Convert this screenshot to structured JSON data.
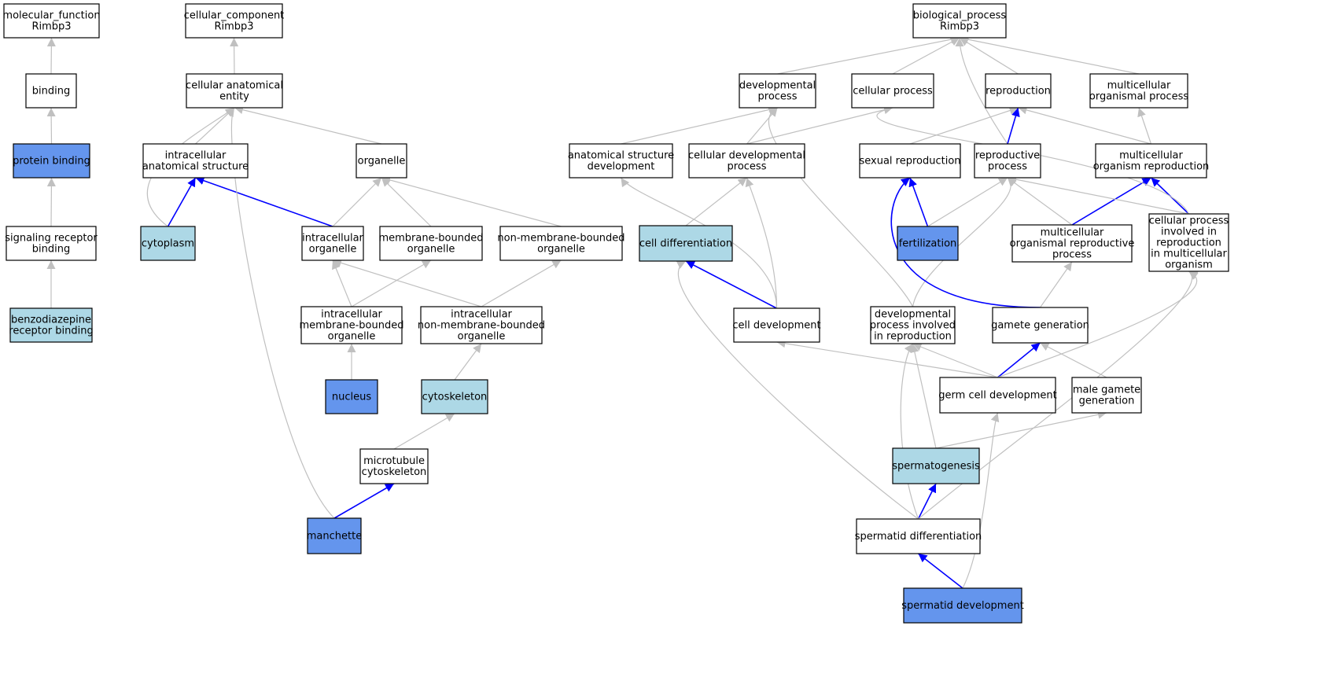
{
  "colors": {
    "plain": "#ffffff",
    "light": "#add8e6",
    "dark": "#6495ed",
    "edge_gray": "#c0c0c0",
    "edge_blue": "#0000ff"
  },
  "nodes": [
    {
      "id": "mf",
      "lines": [
        "molecular_function",
        "Rimbp3"
      ],
      "fill": "plain"
    },
    {
      "id": "binding",
      "lines": [
        "binding"
      ],
      "fill": "plain"
    },
    {
      "id": "protein_binding",
      "lines": [
        "protein binding"
      ],
      "fill": "dark"
    },
    {
      "id": "signaling",
      "lines": [
        "signaling receptor",
        "binding"
      ],
      "fill": "plain"
    },
    {
      "id": "benzo",
      "lines": [
        "benzodiazepine",
        "receptor binding"
      ],
      "fill": "light"
    },
    {
      "id": "cc",
      "lines": [
        "cellular_component",
        "Rimbp3"
      ],
      "fill": "plain"
    },
    {
      "id": "cae",
      "lines": [
        "cellular anatomical",
        "entity"
      ],
      "fill": "plain"
    },
    {
      "id": "ias",
      "lines": [
        "intracellular",
        "anatomical structure"
      ],
      "fill": "plain"
    },
    {
      "id": "organelle",
      "lines": [
        "organelle"
      ],
      "fill": "plain"
    },
    {
      "id": "cytoplasm",
      "lines": [
        "cytoplasm"
      ],
      "fill": "light"
    },
    {
      "id": "io",
      "lines": [
        "intracellular",
        "organelle"
      ],
      "fill": "plain"
    },
    {
      "id": "mbo",
      "lines": [
        "membrane-bounded",
        "organelle"
      ],
      "fill": "plain"
    },
    {
      "id": "nmbo",
      "lines": [
        "non-membrane-bounded",
        "organelle"
      ],
      "fill": "plain"
    },
    {
      "id": "imbo",
      "lines": [
        "intracellular",
        "membrane-bounded",
        "organelle"
      ],
      "fill": "plain"
    },
    {
      "id": "inmbo",
      "lines": [
        "intracellular",
        "non-membrane-bounded",
        "organelle"
      ],
      "fill": "plain"
    },
    {
      "id": "nucleus",
      "lines": [
        "nucleus"
      ],
      "fill": "dark"
    },
    {
      "id": "cytoskeleton",
      "lines": [
        "cytoskeleton"
      ],
      "fill": "light"
    },
    {
      "id": "mtc",
      "lines": [
        "microtubule",
        "cytoskeleton"
      ],
      "fill": "plain"
    },
    {
      "id": "manchette",
      "lines": [
        "manchette"
      ],
      "fill": "dark"
    },
    {
      "id": "bp",
      "lines": [
        "biological_process",
        "Rimbp3"
      ],
      "fill": "plain"
    },
    {
      "id": "devp",
      "lines": [
        "developmental",
        "process"
      ],
      "fill": "plain"
    },
    {
      "id": "cellp",
      "lines": [
        "cellular process"
      ],
      "fill": "plain"
    },
    {
      "id": "repro",
      "lines": [
        "reproduction"
      ],
      "fill": "plain"
    },
    {
      "id": "mop",
      "lines": [
        "multicellular",
        "organismal process"
      ],
      "fill": "plain"
    },
    {
      "id": "asd",
      "lines": [
        "anatomical structure",
        "development"
      ],
      "fill": "plain"
    },
    {
      "id": "cdp",
      "lines": [
        "cellular developmental",
        "process"
      ],
      "fill": "plain"
    },
    {
      "id": "sexrep",
      "lines": [
        "sexual reproduction"
      ],
      "fill": "plain"
    },
    {
      "id": "reprop",
      "lines": [
        "reproductive",
        "process"
      ],
      "fill": "plain"
    },
    {
      "id": "mor",
      "lines": [
        "multicellular",
        "organism reproduction"
      ],
      "fill": "plain"
    },
    {
      "id": "celldiff",
      "lines": [
        "cell differentiation"
      ],
      "fill": "light"
    },
    {
      "id": "fert",
      "lines": [
        "fertilization"
      ],
      "fill": "dark"
    },
    {
      "id": "morp",
      "lines": [
        "multicellular",
        "organismal reproductive",
        "process"
      ],
      "fill": "plain"
    },
    {
      "id": "cpir",
      "lines": [
        "cellular process",
        "involved in",
        "reproduction",
        "in multicellular",
        "organism"
      ],
      "fill": "plain"
    },
    {
      "id": "celldev",
      "lines": [
        "cell development"
      ],
      "fill": "plain"
    },
    {
      "id": "dpir",
      "lines": [
        "developmental",
        "process involved",
        "in reproduction"
      ],
      "fill": "plain"
    },
    {
      "id": "gamgen",
      "lines": [
        "gamete generation"
      ],
      "fill": "plain"
    },
    {
      "id": "gcd",
      "lines": [
        "germ cell development"
      ],
      "fill": "plain"
    },
    {
      "id": "mgg",
      "lines": [
        "male gamete",
        "generation"
      ],
      "fill": "plain"
    },
    {
      "id": "spermato",
      "lines": [
        "spermatogenesis"
      ],
      "fill": "light"
    },
    {
      "id": "spdiff",
      "lines": [
        "spermatid differentiation"
      ],
      "fill": "plain"
    },
    {
      "id": "spdev",
      "lines": [
        "spermatid development"
      ],
      "fill": "dark"
    }
  ],
  "edges": [
    {
      "from": "binding",
      "to": "mf",
      "color": "gray"
    },
    {
      "from": "protein_binding",
      "to": "binding",
      "color": "gray"
    },
    {
      "from": "signaling",
      "to": "protein_binding",
      "color": "gray"
    },
    {
      "from": "benzo",
      "to": "signaling",
      "color": "gray"
    },
    {
      "from": "cae",
      "to": "cc",
      "color": "gray"
    },
    {
      "from": "ias",
      "to": "cae",
      "color": "gray"
    },
    {
      "from": "organelle",
      "to": "cae",
      "color": "gray"
    },
    {
      "from": "cytoplasm",
      "to": "ias",
      "color": "blue"
    },
    {
      "from": "cytoplasm",
      "to": "cae",
      "color": "gray"
    },
    {
      "from": "io",
      "to": "ias",
      "color": "blue"
    },
    {
      "from": "io",
      "to": "organelle",
      "color": "gray"
    },
    {
      "from": "mbo",
      "to": "organelle",
      "color": "gray"
    },
    {
      "from": "nmbo",
      "to": "organelle",
      "color": "gray"
    },
    {
      "from": "imbo",
      "to": "io",
      "color": "gray"
    },
    {
      "from": "imbo",
      "to": "mbo",
      "color": "gray"
    },
    {
      "from": "inmbo",
      "to": "io",
      "color": "gray"
    },
    {
      "from": "inmbo",
      "to": "nmbo",
      "color": "gray"
    },
    {
      "from": "nucleus",
      "to": "imbo",
      "color": "gray"
    },
    {
      "from": "cytoskeleton",
      "to": "inmbo",
      "color": "gray"
    },
    {
      "from": "mtc",
      "to": "cytoskeleton",
      "color": "gray"
    },
    {
      "from": "manchette",
      "to": "mtc",
      "color": "blue"
    },
    {
      "from": "manchette",
      "to": "cae",
      "color": "gray"
    },
    {
      "from": "devp",
      "to": "bp",
      "color": "gray"
    },
    {
      "from": "cellp",
      "to": "bp",
      "color": "gray"
    },
    {
      "from": "repro",
      "to": "bp",
      "color": "gray"
    },
    {
      "from": "mop",
      "to": "bp",
      "color": "gray"
    },
    {
      "from": "reprop",
      "to": "bp",
      "color": "gray"
    },
    {
      "from": "asd",
      "to": "devp",
      "color": "gray"
    },
    {
      "from": "cdp",
      "to": "devp",
      "color": "gray"
    },
    {
      "from": "cdp",
      "to": "cellp",
      "color": "gray"
    },
    {
      "from": "sexrep",
      "to": "repro",
      "color": "gray"
    },
    {
      "from": "reprop",
      "to": "repro",
      "color": "blue"
    },
    {
      "from": "mor",
      "to": "repro",
      "color": "gray"
    },
    {
      "from": "mor",
      "to": "mop",
      "color": "gray"
    },
    {
      "from": "celldiff",
      "to": "cdp",
      "color": "gray"
    },
    {
      "from": "fert",
      "to": "sexrep",
      "color": "blue"
    },
    {
      "from": "fert",
      "to": "reprop",
      "color": "gray"
    },
    {
      "from": "morp",
      "to": "mor",
      "color": "blue"
    },
    {
      "from": "morp",
      "to": "reprop",
      "color": "gray"
    },
    {
      "from": "cpir",
      "to": "mor",
      "color": "blue"
    },
    {
      "from": "cpir",
      "to": "reprop",
      "color": "gray"
    },
    {
      "from": "cpir",
      "to": "cellp",
      "color": "gray"
    },
    {
      "from": "celldev",
      "to": "celldiff",
      "color": "blue"
    },
    {
      "from": "celldev",
      "to": "asd",
      "color": "gray"
    },
    {
      "from": "celldev",
      "to": "cdp",
      "color": "gray"
    },
    {
      "from": "dpir",
      "to": "devp",
      "color": "gray"
    },
    {
      "from": "dpir",
      "to": "reprop",
      "color": "gray"
    },
    {
      "from": "gamgen",
      "to": "sexrep",
      "color": "blue"
    },
    {
      "from": "gamgen",
      "to": "morp",
      "color": "gray"
    },
    {
      "from": "gcd",
      "to": "gamgen",
      "color": "blue"
    },
    {
      "from": "gcd",
      "to": "celldev",
      "color": "gray"
    },
    {
      "from": "gcd",
      "to": "dpir",
      "color": "gray"
    },
    {
      "from": "gcd",
      "to": "cpir",
      "color": "gray"
    },
    {
      "from": "mgg",
      "to": "gamgen",
      "color": "gray"
    },
    {
      "from": "spermato",
      "to": "mgg",
      "color": "gray"
    },
    {
      "from": "spermato",
      "to": "dpir",
      "color": "gray"
    },
    {
      "from": "spdiff",
      "to": "spermato",
      "color": "blue"
    },
    {
      "from": "spdiff",
      "to": "celldiff",
      "color": "gray"
    },
    {
      "from": "spdiff",
      "to": "dpir",
      "color": "gray"
    },
    {
      "from": "spdiff",
      "to": "cpir",
      "color": "gray"
    },
    {
      "from": "spdev",
      "to": "spdiff",
      "color": "blue"
    },
    {
      "from": "spdev",
      "to": "gcd",
      "color": "gray"
    }
  ]
}
